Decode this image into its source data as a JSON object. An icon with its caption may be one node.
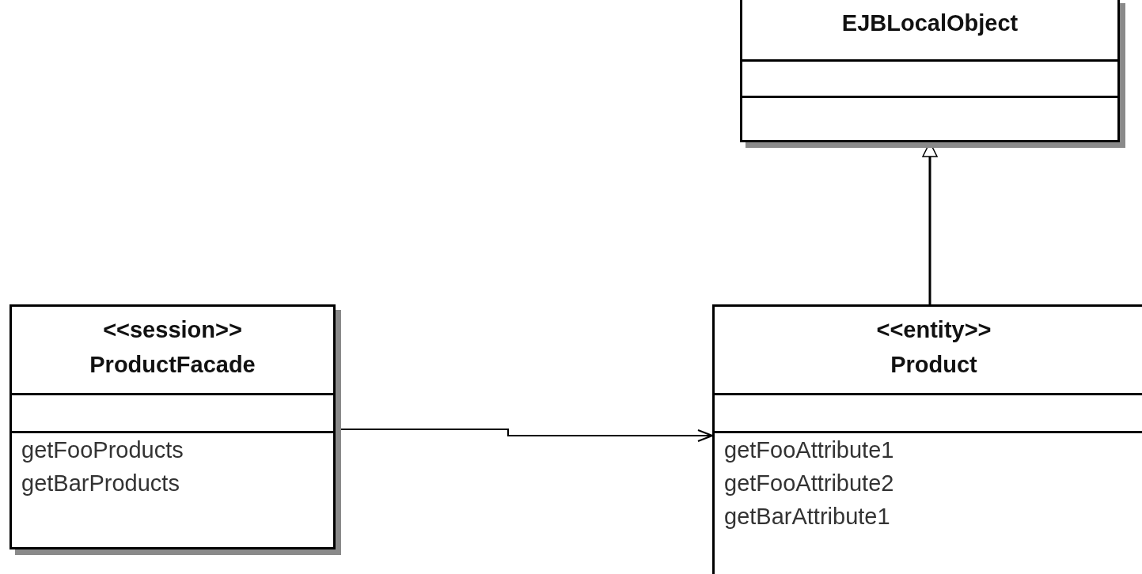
{
  "diagram": {
    "nodes": [
      {
        "text": [
          "EJBLocalObject"
        ]
      },
      {
        "text": [
          "<<session>>",
          "ProductFacade",
          "getFooProducts",
          "getBarProducts"
        ]
      },
      {
        "text": [
          "<<entity>>",
          "Product",
          "getFooAttribute1",
          "getFooAttribute2",
          "getBarAttribute1"
        ]
      }
    ],
    "edges": [
      {
        "from": 2,
        "to": 0,
        "arrow": "to"
      },
      {
        "from": 1,
        "to": 2,
        "arrow": "to"
      }
    ]
  }
}
